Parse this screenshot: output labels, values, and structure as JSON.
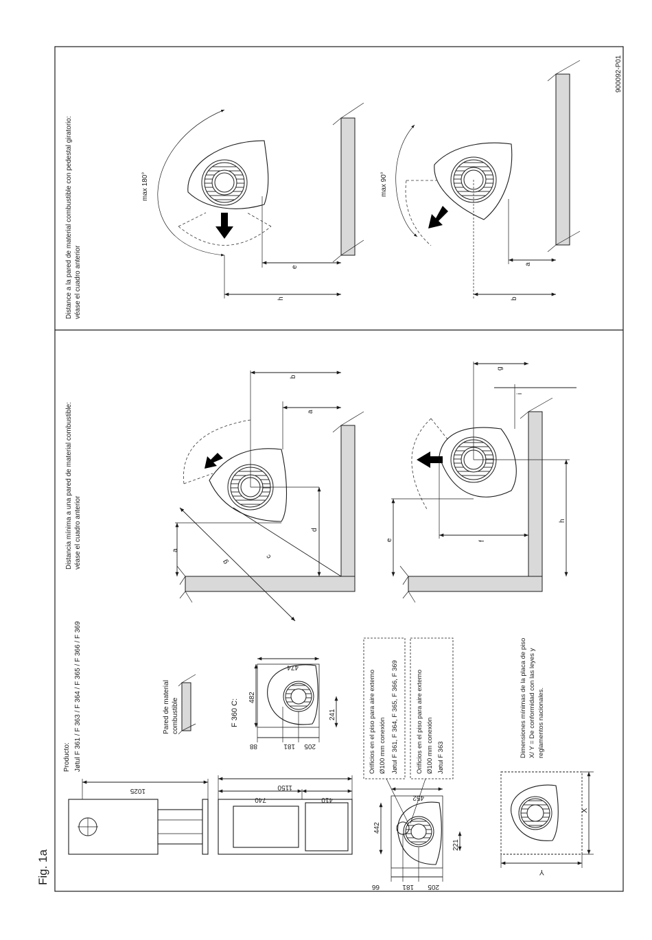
{
  "fig_label": "Fig. 1a",
  "doc_code": "900092-P01",
  "product": {
    "label": "Producto:",
    "models": "Jøtul F 361 / F 363 / F 364 / F 365 / F 366 / F 369"
  },
  "sections": {
    "combustible_wall": {
      "line1": "Distancia mínima a una pared de material combustible:",
      "line2": "véase el cuadro anterior"
    },
    "rotating_pedestal": {
      "line1": "Distance a la pared de material combustible con pedestal giratorio:",
      "line2": "véase el cuadro anterior"
    }
  },
  "legend": {
    "wall_line1": "Pared de material",
    "wall_line2": "combustible"
  },
  "f360c": {
    "label": "F 360 C:",
    "dims": {
      "w474": "474",
      "d482": "482",
      "d241": "241",
      "d88": "88",
      "d181": "181",
      "d205": "205"
    }
  },
  "air_boxes": [
    {
      "line1": "Orificios en el piso para aire externo",
      "line2": "Ø100 mm conexión",
      "line3": "Jøtul F 361, F 364, F 365, F 366, F 369"
    },
    {
      "line1": "Orificios en el piso para aire externo",
      "line2": "Ø100 mm conexión",
      "line3": "Jøtul F 363"
    }
  ],
  "floor_plate": {
    "line1": "Dimensiones mínimas de la placa de piso",
    "line2": "X/ Y = De conformidad con las leyes y",
    "line3": "reglamentos nacionales.",
    "x": "X",
    "y": "Y"
  },
  "elevation_dims": {
    "d1025": "1025",
    "d1150": "1150",
    "d740": "740",
    "d410": "410"
  },
  "base_plan_dims": {
    "d452": "452",
    "d442": "442",
    "d221": "221",
    "d66": "66",
    "d181": "181",
    "d205": "205"
  },
  "distance_letters": {
    "a": "a",
    "b": "b",
    "c": "c",
    "d": "d",
    "e": "e",
    "f": "f",
    "g": "g",
    "h": "h",
    "i": "i"
  },
  "rotation": {
    "max180": "max 180°",
    "max90": "max 90°"
  }
}
